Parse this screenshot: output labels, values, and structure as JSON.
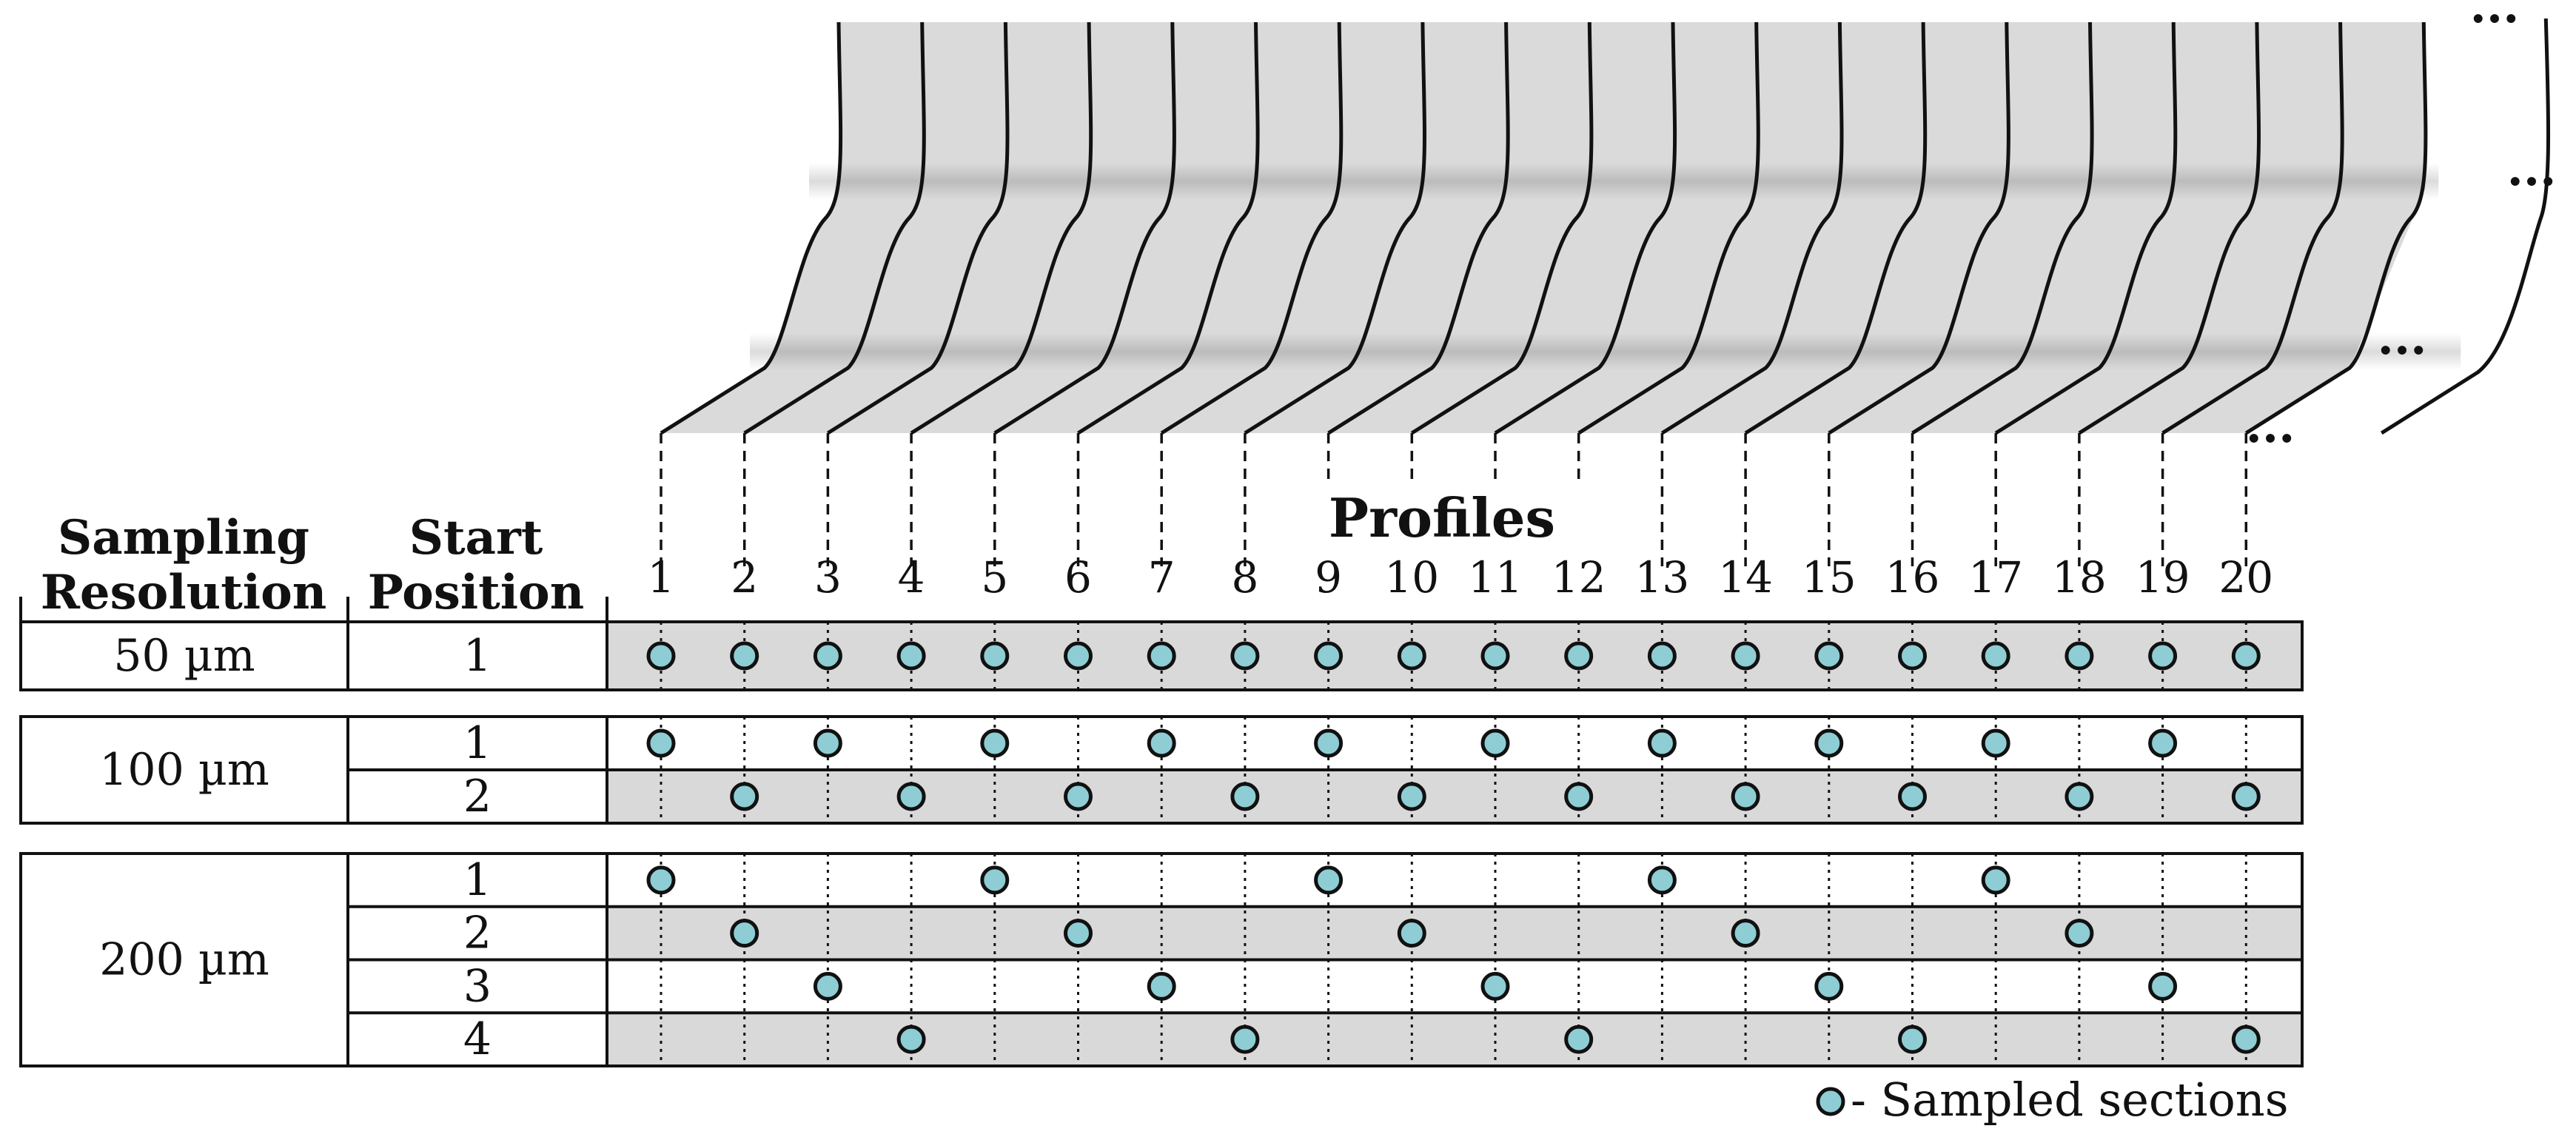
{
  "headers": {
    "sampling": [
      "Sampling",
      "Resolution"
    ],
    "start": [
      "Start",
      "Position"
    ],
    "profiles": "Profiles"
  },
  "profiles": [
    "1",
    "2",
    "3",
    "4",
    "5",
    "6",
    "7",
    "8",
    "9",
    "10",
    "11",
    "12",
    "13",
    "14",
    "15",
    "16",
    "17",
    "18",
    "19",
    "20"
  ],
  "groups": [
    {
      "resolution": "50 µm",
      "rows": [
        {
          "start": "1",
          "shaded": true,
          "sampled": [
            1,
            2,
            3,
            4,
            5,
            6,
            7,
            8,
            9,
            10,
            11,
            12,
            13,
            14,
            15,
            16,
            17,
            18,
            19,
            20
          ]
        }
      ]
    },
    {
      "resolution": "100 µm",
      "rows": [
        {
          "start": "1",
          "shaded": false,
          "sampled": [
            1,
            3,
            5,
            7,
            9,
            11,
            13,
            15,
            17,
            19
          ]
        },
        {
          "start": "2",
          "shaded": true,
          "sampled": [
            2,
            4,
            6,
            8,
            10,
            12,
            14,
            16,
            18,
            20
          ]
        }
      ]
    },
    {
      "resolution": "200 µm",
      "rows": [
        {
          "start": "1",
          "shaded": false,
          "sampled": [
            1,
            5,
            9,
            13,
            17
          ]
        },
        {
          "start": "2",
          "shaded": true,
          "sampled": [
            2,
            6,
            10,
            14,
            18
          ]
        },
        {
          "start": "3",
          "shaded": false,
          "sampled": [
            3,
            7,
            11,
            15,
            19
          ]
        },
        {
          "start": "4",
          "shaded": true,
          "sampled": [
            4,
            8,
            12,
            16,
            20
          ]
        }
      ]
    }
  ],
  "legend": {
    "label": "- Sampled sections"
  },
  "ellipsis": "...",
  "colors": {
    "marker_fill": "#8ecdd4",
    "row_shade": "#d9d9d9",
    "sheet_fill": "#dadada",
    "line": "#111111"
  }
}
